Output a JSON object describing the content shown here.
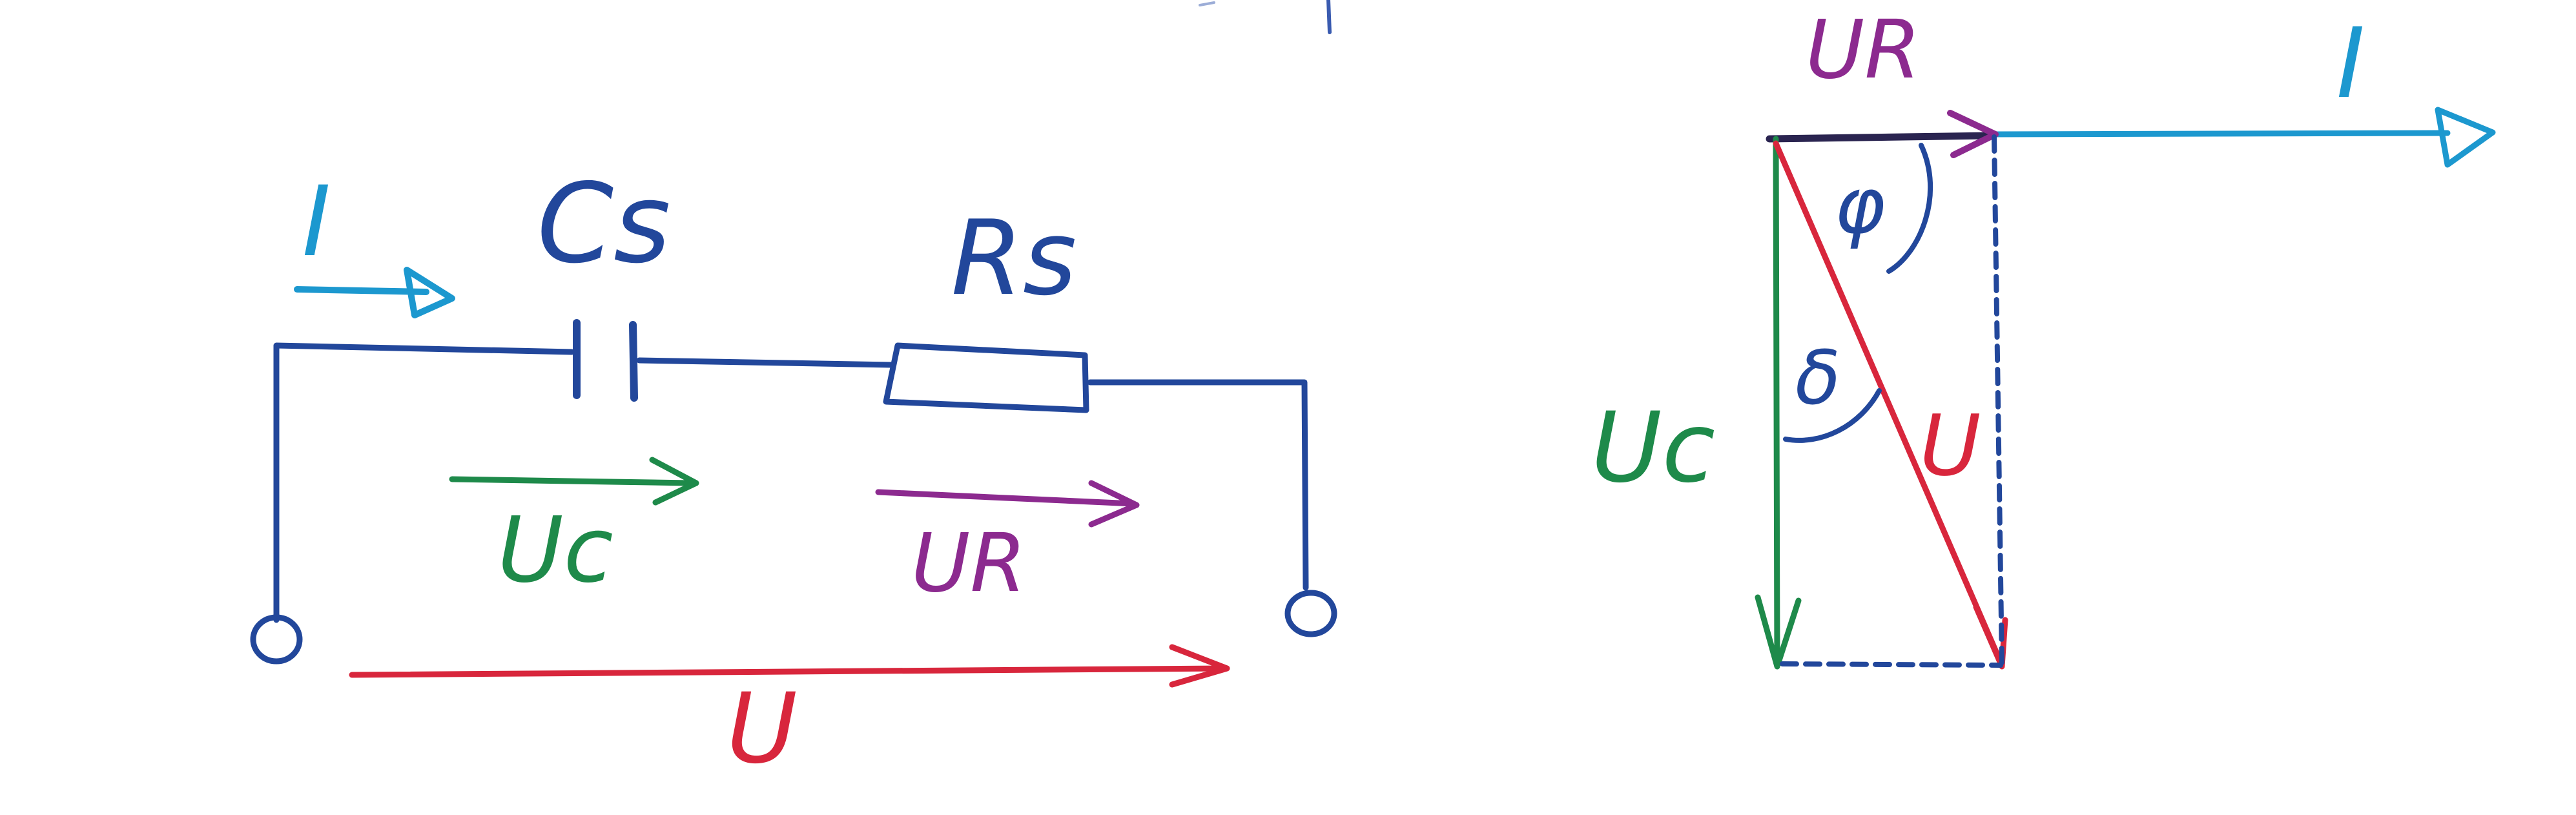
{
  "colors": {
    "blue": "#22479b",
    "cyan": "#1c98cf",
    "green": "#1e8a4a",
    "purple": "#8c2a8f",
    "red": "#d8263c",
    "dark": "#2a2450"
  },
  "circuit": {
    "current_label": "I",
    "capacitor_label": "Cs",
    "resistor_label": "Rs",
    "uc_label": "Uc",
    "ur_label": "UR",
    "u_label": "U"
  },
  "phasor": {
    "ur_label": "UR",
    "current_label": "I",
    "uc_label": "Uc",
    "u_label": "U",
    "phi_label": "φ",
    "delta_label": "δ"
  }
}
